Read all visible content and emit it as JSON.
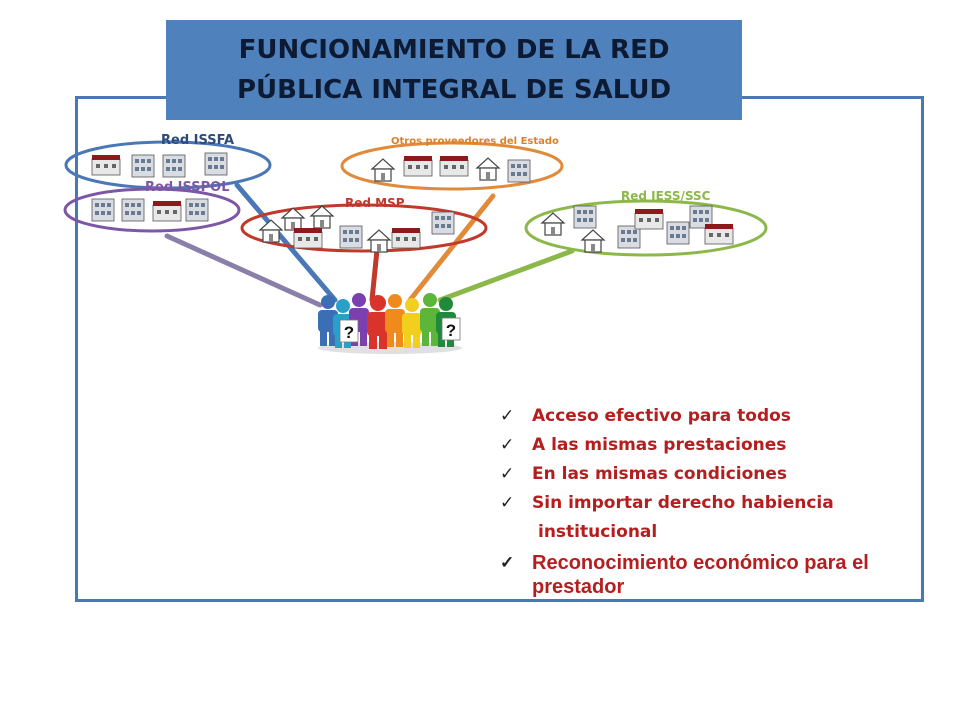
{
  "title": {
    "line1": "FUNCIONAMIENTO DE LA RED",
    "line2": "PÚBLICA INTEGRAL DE SALUD"
  },
  "networks": {
    "issfa": {
      "label": "Red ISSFA",
      "color": "#4a78b6"
    },
    "isspol": {
      "label": "Red ISSPOL",
      "color": "#7d57a5"
    },
    "msp": {
      "label": "Red MSP",
      "color": "#c0392b"
    },
    "otros": {
      "label": "Otros proveedores del Estado",
      "color": "#e08a3a"
    },
    "iess": {
      "label": "Red IESS/SSC",
      "color": "#8cb84a"
    }
  },
  "people": {
    "question_left": "?",
    "question_right": "?"
  },
  "checklist": [
    {
      "text": "Acceso efectivo para todos"
    },
    {
      "text": "A las mismas prestaciones"
    },
    {
      "text": "En las mismas condiciones"
    },
    {
      "text": "Sin importar derecho habiencia"
    },
    {
      "text": "institucional"
    },
    {
      "text": "Reconocimiento económico para el prestador"
    }
  ],
  "icons": [
    "building-icon",
    "house-icon",
    "hospital-icon",
    "person-icon",
    "check-icon"
  ]
}
